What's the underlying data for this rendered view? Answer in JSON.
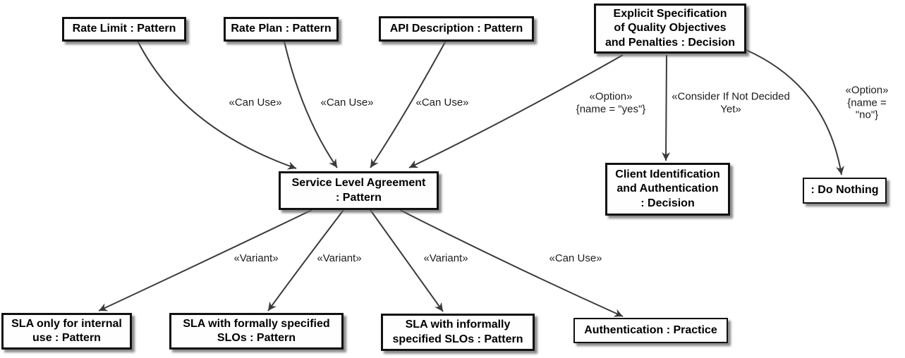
{
  "diagram": {
    "nodes": {
      "rate_limit": {
        "label": "Rate Limit : Pattern"
      },
      "rate_plan": {
        "label": "Rate Plan : Pattern"
      },
      "api_description": {
        "label": "API Description : Pattern"
      },
      "explicit_spec": {
        "label": "Explicit Specification\nof Quality Objectives\nand Penalties : Decision"
      },
      "sla": {
        "label": "Service Level Agreement\n: Pattern"
      },
      "client_ident": {
        "label": "Client Identification\nand Authentication\n: Decision"
      },
      "do_nothing": {
        "label": ": Do Nothing"
      },
      "sla_internal": {
        "label": "SLA only for internal\nuse : Pattern"
      },
      "sla_formal": {
        "label": "SLA with formally specified\nSLOs : Pattern"
      },
      "sla_informal": {
        "label": "SLA with informally\nspecified SLOs : Pattern"
      },
      "authentication": {
        "label": "Authentication : Practice"
      }
    },
    "edges": [
      {
        "from": "rate_limit",
        "to": "sla",
        "label": "«Can Use»"
      },
      {
        "from": "rate_plan",
        "to": "sla",
        "label": "«Can Use»"
      },
      {
        "from": "api_description",
        "to": "sla",
        "label": "«Can Use»"
      },
      {
        "from": "explicit_spec",
        "to": "sla",
        "label": "«Option»\n{name = \"yes\"}"
      },
      {
        "from": "explicit_spec",
        "to": "client_ident",
        "label": "«Consider If Not Decided\nYet»"
      },
      {
        "from": "explicit_spec",
        "to": "do_nothing",
        "label": "«Option»\n{name = \"no\"}"
      },
      {
        "from": "sla",
        "to": "sla_internal",
        "label": "«Variant»"
      },
      {
        "from": "sla",
        "to": "sla_formal",
        "label": "«Variant»"
      },
      {
        "from": "sla",
        "to": "sla_informal",
        "label": "«Variant»"
      },
      {
        "from": "sla",
        "to": "authentication",
        "label": "«Can Use»"
      }
    ],
    "colors": {
      "node_fill": "#fefefe",
      "node_border": "#111111",
      "edge": "#3a3a3a",
      "background": "#ffffff"
    }
  }
}
